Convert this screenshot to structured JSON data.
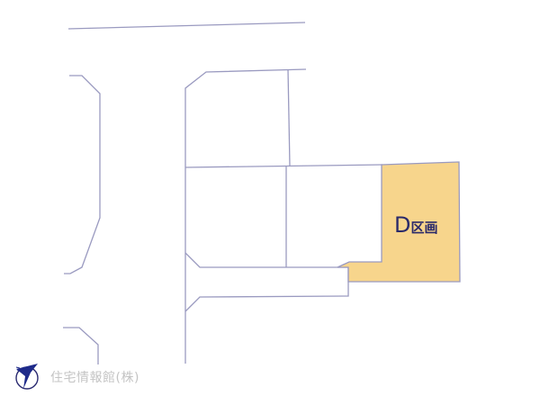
{
  "plan": {
    "lot_letter": "D",
    "lot_suffix": "区画",
    "highlight_color": "#f7d58c",
    "line_color": "#8c8cb4"
  },
  "footer": {
    "logo_icon": "bird-logo-icon",
    "company_name": "住宅情報館(株)"
  }
}
